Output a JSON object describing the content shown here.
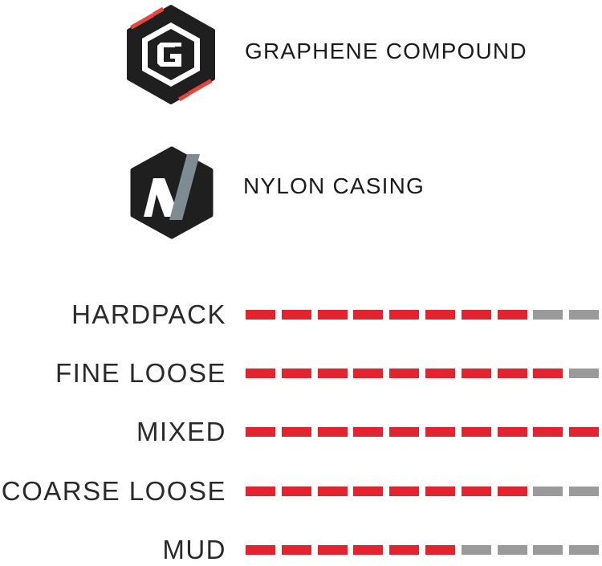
{
  "features": [
    {
      "id": "graphene",
      "icon": "graphene-g-hexagon-icon",
      "label": "GRAPHENE COMPOUND"
    },
    {
      "id": "nylon",
      "icon": "nylon-n-hexagon-icon",
      "label": "NYLON CASING"
    }
  ],
  "ratings": {
    "max": 10,
    "rows": [
      {
        "label": "HARDPACK",
        "value": 8
      },
      {
        "label": "FINE LOOSE",
        "value": 9
      },
      {
        "label": "MIXED",
        "value": 10
      },
      {
        "label": "COARSE LOOSE",
        "value": 8
      },
      {
        "label": "MUD",
        "value": 6
      }
    ]
  },
  "colors": {
    "active": "#e4232e",
    "inactive": "#9a9a9a",
    "icon_dark": "#1f1f1f",
    "icon_accent_red": "#e8453c",
    "icon_accent_gray": "#7d8b92"
  }
}
